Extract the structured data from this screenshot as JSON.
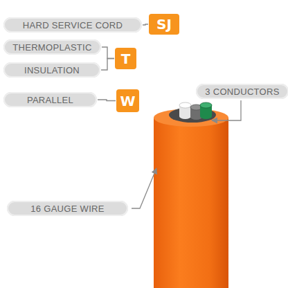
{
  "diagram": {
    "nodes": [
      {
        "text": [
          "HARD SERVICE CORD"
        ]
      },
      {
        "text": [
          "SJ"
        ]
      },
      {
        "text": [
          "THERMOPLASTIC"
        ]
      },
      {
        "text": [
          "T"
        ]
      },
      {
        "text": [
          "INSULATION"
        ]
      },
      {
        "text": [
          "PARALLEL"
        ]
      },
      {
        "text": [
          "W"
        ]
      },
      {
        "text": [
          "3 CONDUCTORS"
        ]
      },
      {
        "text": [
          "16 GAUGE WIRE"
        ]
      }
    ],
    "edges": [
      {
        "from": 0,
        "to": 1,
        "arrow": "none"
      },
      {
        "from": 2,
        "to": 3,
        "arrow": "none"
      },
      {
        "from": 4,
        "to": 3,
        "arrow": "none"
      },
      {
        "from": 5,
        "to": 6,
        "arrow": "none"
      }
    ]
  }
}
